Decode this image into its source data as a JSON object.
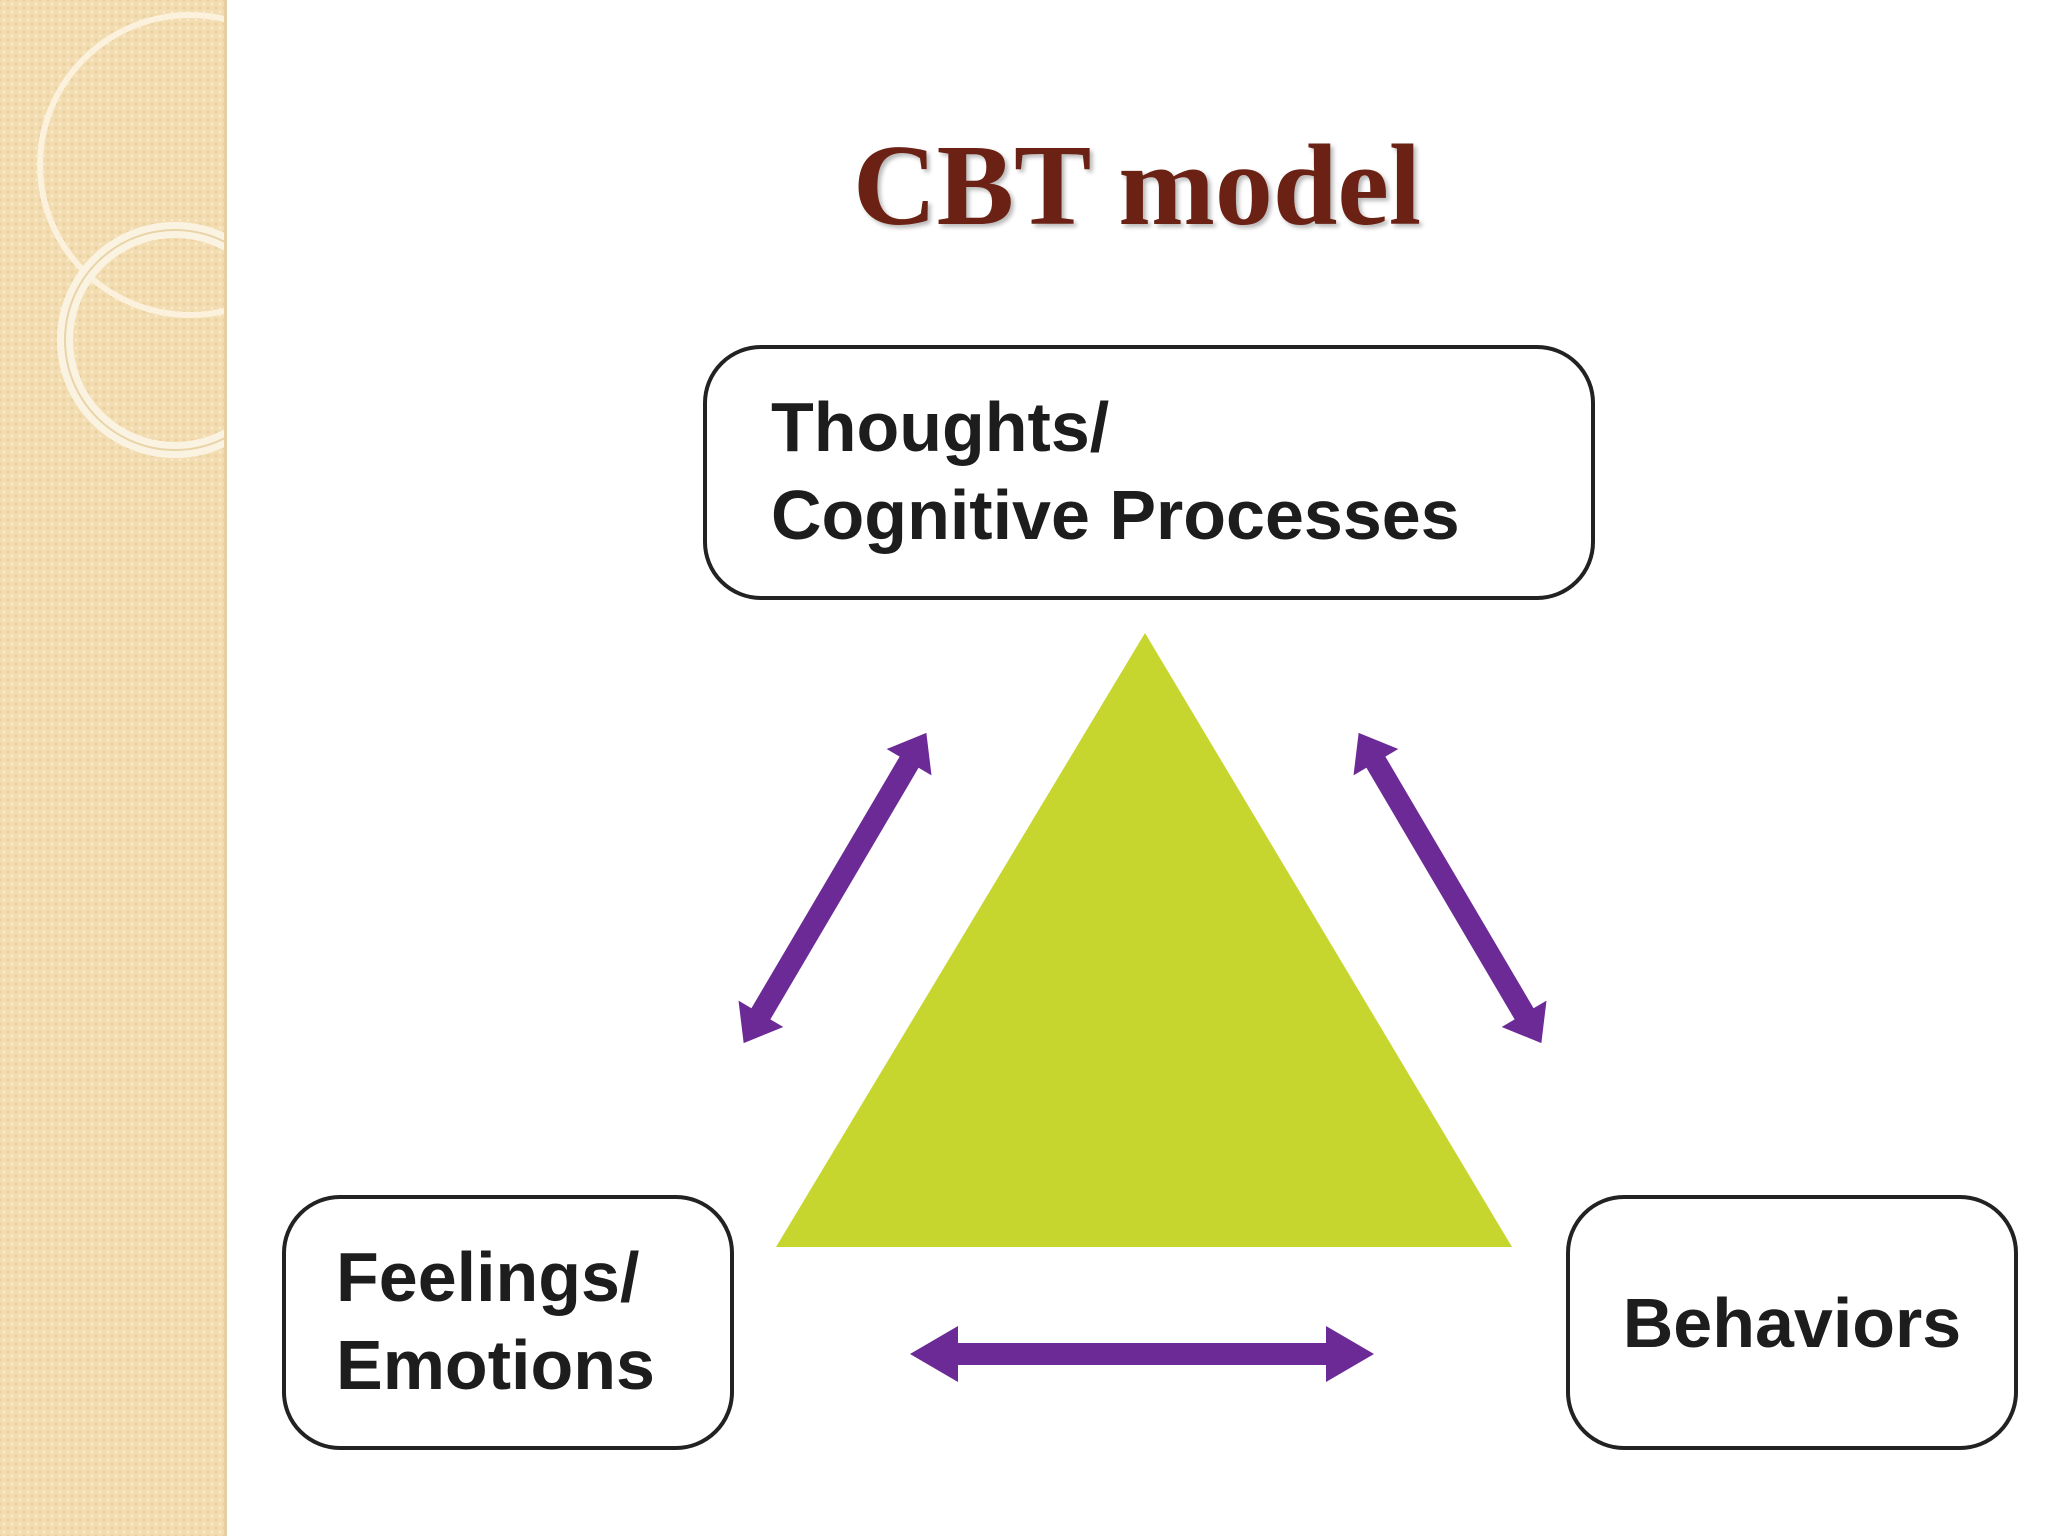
{
  "slide": {
    "title": "CBT model"
  },
  "nodes": {
    "thoughts": {
      "line1": "Thoughts/",
      "line2": "Cognitive Processes"
    },
    "feelings": {
      "line1": "Feelings/",
      "line2": "Emotions"
    },
    "behaviors": {
      "label": "Behaviors"
    }
  },
  "colors": {
    "title": "#6b2215",
    "triangle": "#c6d62e",
    "arrows": "#6c2a96",
    "box_border": "#222222",
    "side_band": "#f3ddb0"
  },
  "icons": {
    "center": "triangle-shape",
    "connectors": "double-headed-arrow"
  }
}
